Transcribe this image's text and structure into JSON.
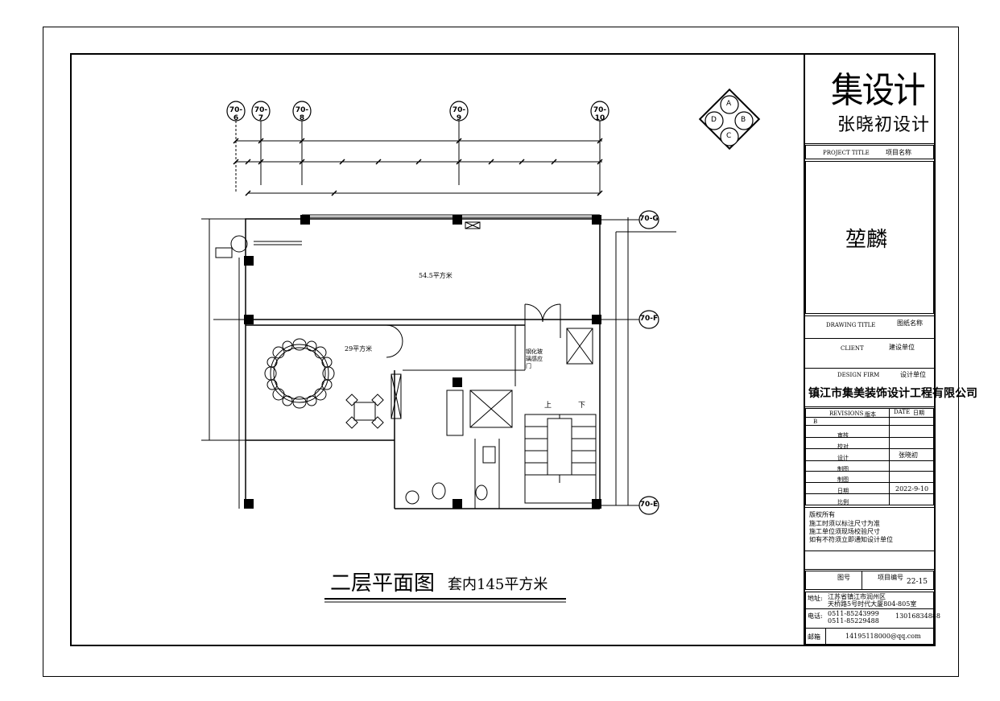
{
  "logo": {
    "mark": "集设计",
    "name": "张晓初设计"
  },
  "title_block": {
    "project_title_en": "PROJECT TITLE",
    "project_title_cn": "项目名称",
    "project_name": "堃麟",
    "drawing_title_en": "DRAWING TITLE",
    "drawing_title_cn": "图纸名称",
    "client_en": "CLIENT",
    "client_cn": "建设单位",
    "design_firm_en": "DESIGN FIRM",
    "design_firm_cn": "设计单位",
    "design_firm_name": "镇江市集美装饰设计工程有限公司",
    "revisions_en": "REVISIONS",
    "revisions_cn": "版本",
    "date_en": "DATE",
    "date_cn": "日期",
    "rev_letter": "B",
    "rows": [
      {
        "label": "审核",
        "value": ""
      },
      {
        "label": "校对",
        "value": ""
      },
      {
        "label": "设计",
        "value": "张晓初"
      },
      {
        "label": "制图",
        "value": ""
      },
      {
        "label": "制图",
        "value": ""
      },
      {
        "label": "日期",
        "value": "2022-9-10"
      },
      {
        "label": "比例",
        "value": ""
      }
    ],
    "notes": [
      "版权所有",
      "施工时须以标注尺寸为准",
      "施工单位须现场校验尺寸",
      "如有不符须立即通知设计单位"
    ],
    "drawing_no_label": "图号",
    "project_no_label": "项目编号",
    "project_no": "22-15",
    "address_label": "地址:",
    "address_1": "江苏省镇江市润州区",
    "address_2": "天桥路5号时代大厦804-805室",
    "phone_label": "电话:",
    "phone_1": "0511-85243999",
    "phone_2": "0511-85229488",
    "mobile": "13016834888",
    "email_label": "邮箱",
    "email": "14195118000@qq.com"
  },
  "plan": {
    "title": "二层平面图",
    "subtitle": "套内145平方米",
    "axes_top": [
      "70-6",
      "70-7",
      "70-8",
      "70-9",
      "70-10"
    ],
    "axes_right": [
      "70-G",
      "70-F",
      "70-E"
    ],
    "rooms": [
      {
        "label": "54.5平方米"
      },
      {
        "label": "29平方米"
      }
    ],
    "notes": [
      "钢化玻",
      "璃感应",
      "门"
    ],
    "stair_up": "上",
    "stair_down": "下",
    "compass": [
      "A",
      "B",
      "C",
      "D"
    ]
  }
}
